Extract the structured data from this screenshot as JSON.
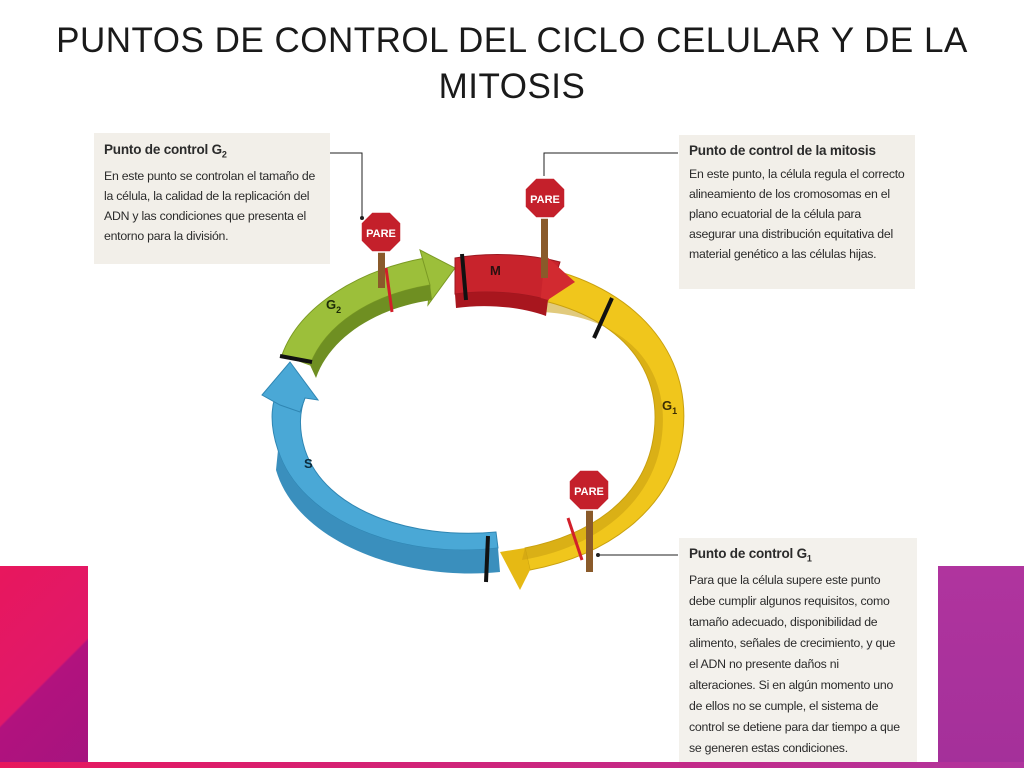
{
  "title": "PUNTOS DE CONTROL DEL CICLO CELULAR Y DE LA MITOSIS",
  "stop_sign_text": "PARE",
  "phases": {
    "m": "M",
    "g2": "G",
    "g2_sub": "2",
    "s": "S",
    "g1": "G",
    "g1_sub": "1"
  },
  "callouts": {
    "g2": {
      "heading": "Punto de control G",
      "heading_sub": "2",
      "text": "En este punto se controlan el tamaño de la célula, la calidad de la replicación del ADN y las condiciones que presenta el entorno para la división."
    },
    "mitosis": {
      "heading": "Punto de control de la mitosis",
      "text": "En este punto, la célula regula el correcto alineamiento de los cromosomas en el plano ecuatorial de la célula para asegurar una distribución equitativa del material genético a las células hijas."
    },
    "g1": {
      "heading": "Punto de control G",
      "heading_sub": "1",
      "text": "Para que la célula supere este punto debe cumplir algunos requisitos, como tamaño adecuado, disponibilidad de alimento, señales de crecimiento, y que el ADN no presente daños ni alteraciones. Si en algún momento uno de ellos no se cumple, el sistema de control se detiene para dar tiempo a que se generen estas condiciones."
    }
  },
  "colors": {
    "m": "#c8232c",
    "g1": "#f0c61c",
    "g2": "#9cbf3a",
    "s": "#4aa8d6",
    "stop_sign": "#c4202b",
    "pole": "#8a5a2a",
    "band_left": "#e8175d",
    "band_right": "#b0349e"
  }
}
